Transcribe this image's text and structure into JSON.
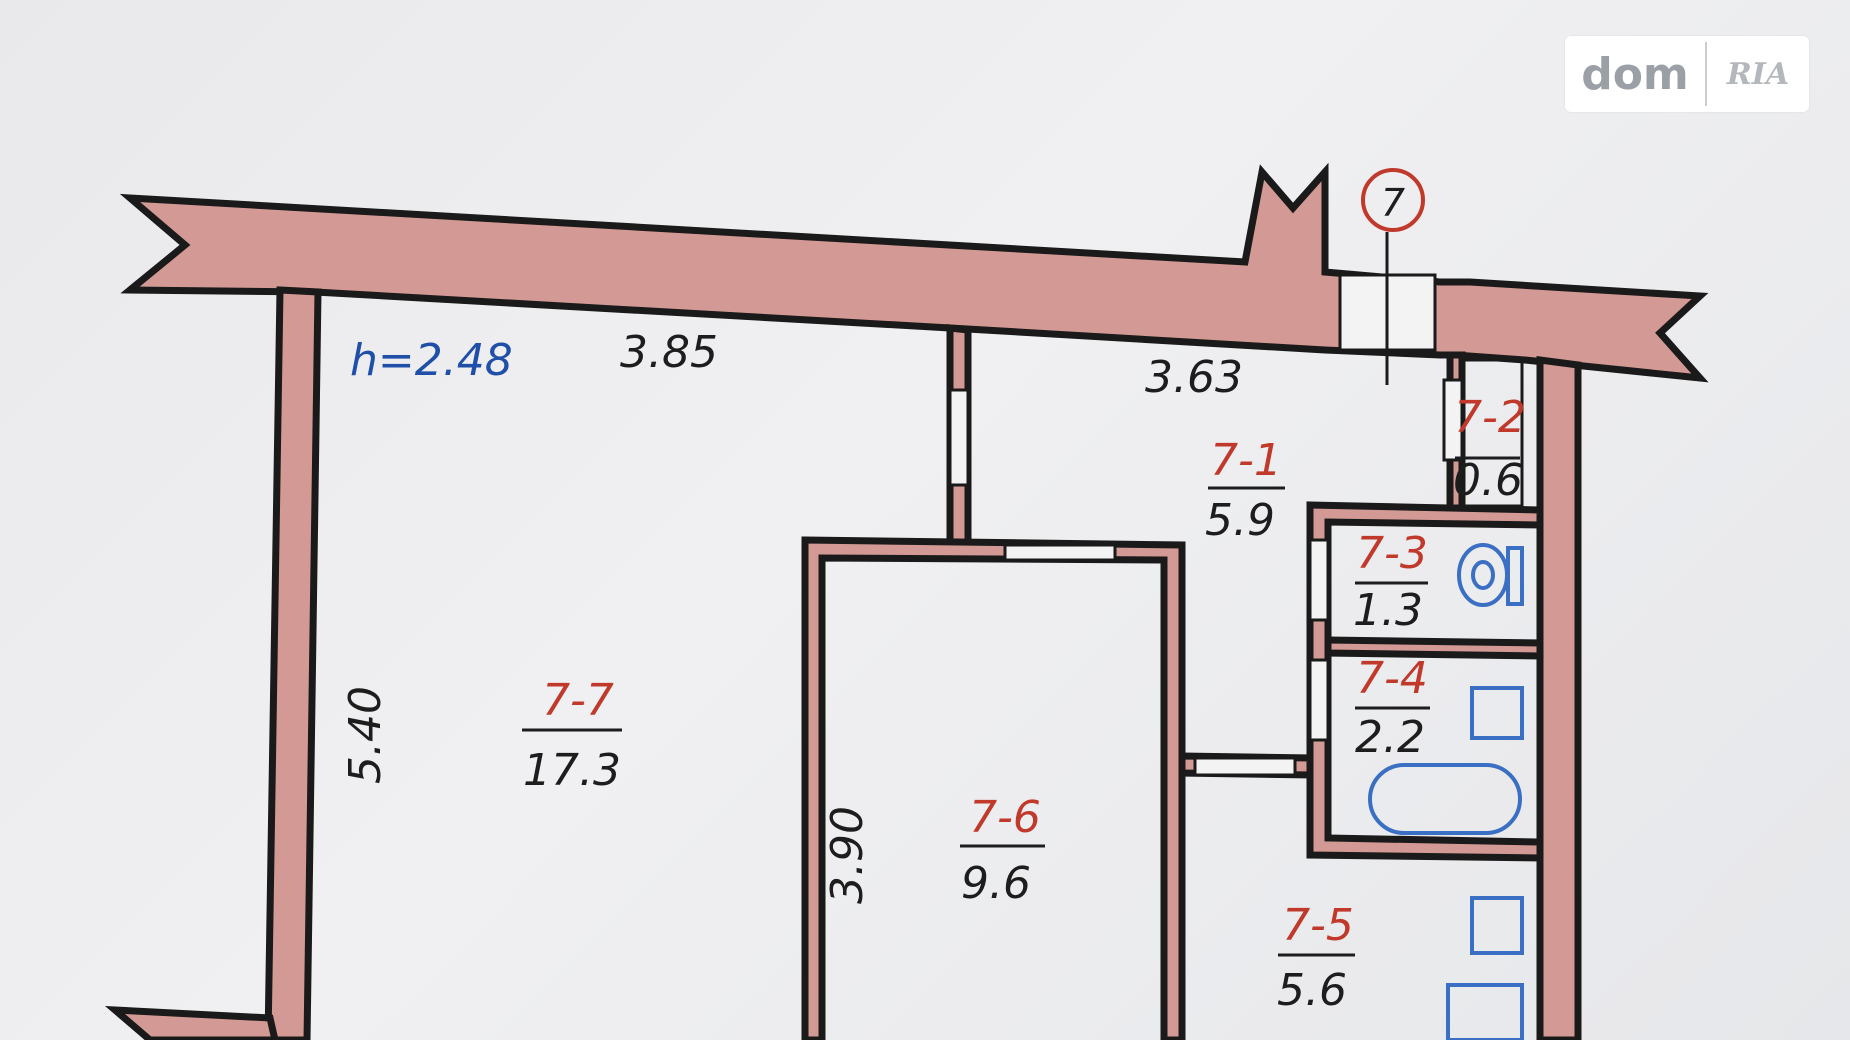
{
  "watermark": {
    "brand": "dom",
    "partner": "RIA"
  },
  "plan": {
    "height_label": "h=2.48",
    "unit_marker": "7",
    "dimensions": {
      "top_left": "3.85",
      "top_right": "3.63",
      "left": "5.40",
      "inner": "3.90"
    },
    "rooms": [
      {
        "id": "7-1",
        "area": "5.9"
      },
      {
        "id": "7-2",
        "area": "0.6"
      },
      {
        "id": "7-3",
        "area": "1.3"
      },
      {
        "id": "7-4",
        "area": "2.2"
      },
      {
        "id": "7-5",
        "area": "5.6"
      },
      {
        "id": "7-6",
        "area": "9.6"
      },
      {
        "id": "7-7",
        "area": "17.3"
      }
    ]
  },
  "colors": {
    "wall_fill": "#d39a95",
    "wall_stroke": "#1a1a1a",
    "room_id": "#c0392b",
    "height": "#1f4fa8",
    "fixture": "#3a6fc4"
  }
}
